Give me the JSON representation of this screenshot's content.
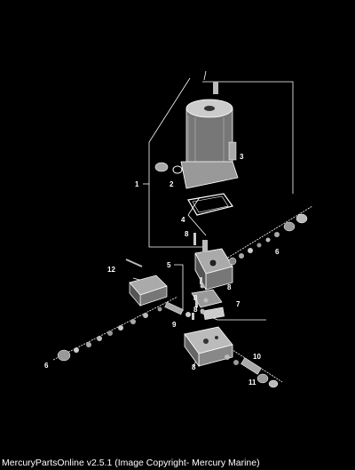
{
  "diagram": {
    "callouts": [
      "1",
      "2",
      "3",
      "4",
      "5",
      "6",
      "6",
      "7",
      "8",
      "8",
      "8",
      "8",
      "8",
      "9",
      "10",
      "11",
      "12"
    ]
  },
  "footer": {
    "caption": "MercuryPartsOnline v2.5.1 (Image Copyright- Mercury Marine)"
  },
  "colors": {
    "background": "#000000",
    "linework": "#ffffff",
    "part_shade": "#9a9a9a"
  }
}
